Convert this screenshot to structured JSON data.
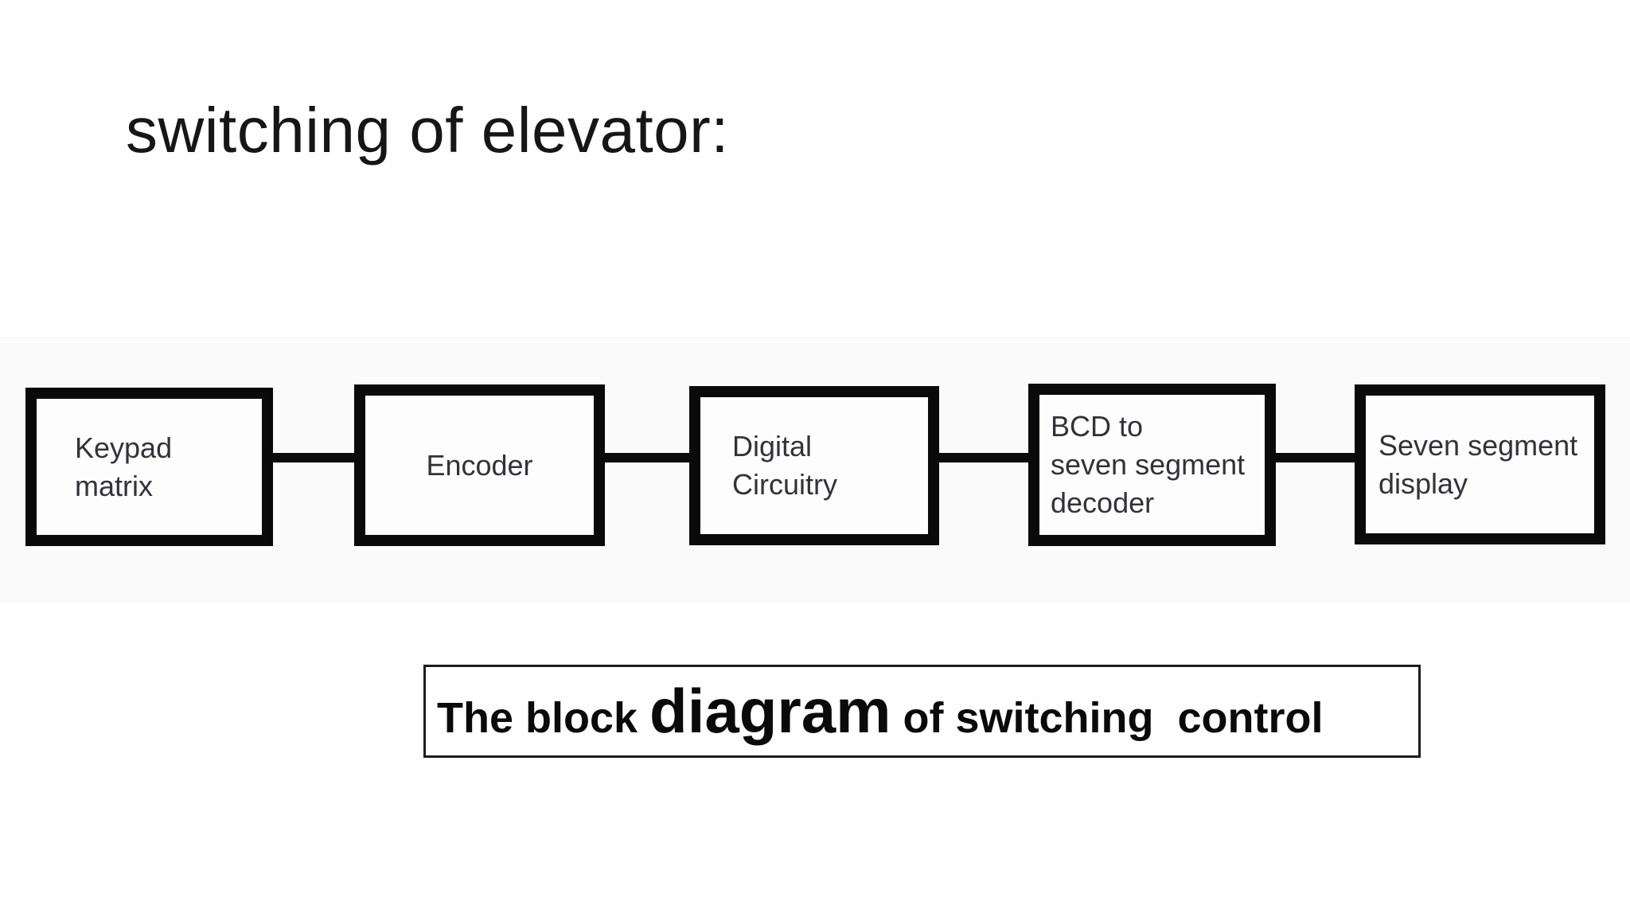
{
  "header": {
    "title": "switching of elevator:"
  },
  "diagram": {
    "boxes": [
      {
        "id": "keypad-matrix",
        "lines": [
          "Keypad",
          "matrix"
        ]
      },
      {
        "id": "encoder",
        "lines": [
          "Encoder"
        ]
      },
      {
        "id": "digital-circuitry",
        "lines": [
          "Digital",
          "Circuitry"
        ]
      },
      {
        "id": "bcd-to-seven-segment-decoder",
        "lines": [
          "BCD to",
          "seven segment",
          "decoder"
        ]
      },
      {
        "id": "seven-segment-display",
        "lines": [
          "Seven segment",
          "display"
        ]
      }
    ],
    "connections": [
      "keypad-matrix -> encoder",
      "encoder -> digital-circuitry",
      "digital-circuitry -> bcd-to-seven-segment-decoder",
      "bcd-to-seven-segment-decoder -> seven-segment-display"
    ]
  },
  "caption": {
    "prefix": "The block ",
    "emphasis": "diagram",
    "suffix": " of switching  control"
  },
  "colors": {
    "background": "#ffffff",
    "pasted_band": "#fafafa",
    "block_border": "#0a0a0a",
    "block_text": "#32323a",
    "connector": "#0a0a0a",
    "caption_border": "#1c1c1c",
    "caption_text": "#0a0a0a",
    "title_text": "#161616"
  }
}
